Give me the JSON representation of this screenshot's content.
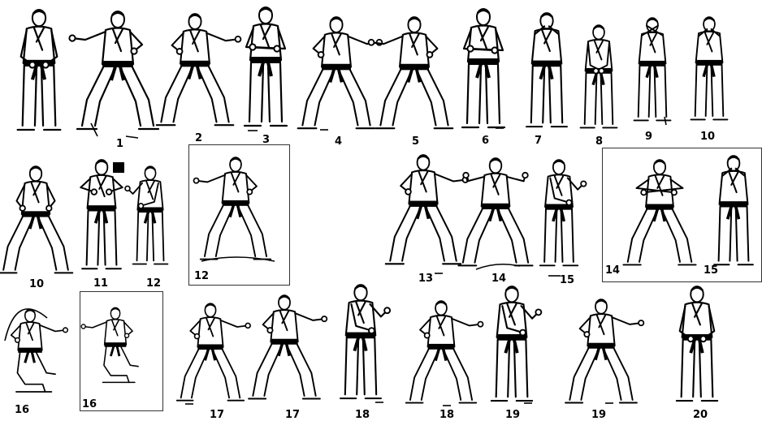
{
  "figures": [
    {
      "label": "",
      "pose": "ready",
      "face": "right"
    },
    {
      "label": "1",
      "pose": "block-turn",
      "face": "left"
    },
    {
      "label": "2",
      "pose": "punch-stance",
      "face": "right"
    },
    {
      "label": "3",
      "pose": "arms-crossed",
      "face": "front"
    },
    {
      "label": "4",
      "pose": "block-turn",
      "face": "right"
    },
    {
      "label": "5",
      "pose": "punch-stance",
      "face": "left"
    },
    {
      "label": "6",
      "pose": "arms-crossed",
      "face": "front"
    },
    {
      "label": "7",
      "pose": "hands-face",
      "face": "front"
    },
    {
      "label": "8",
      "pose": "hands-low",
      "face": "front"
    },
    {
      "label": "9",
      "pose": "x-block",
      "face": "front"
    },
    {
      "label": "10",
      "pose": "hands-face",
      "face": "front"
    },
    {
      "label": "10",
      "pose": "stance-fists",
      "face": "front"
    },
    {
      "label": "11",
      "pose": "elbow-guard",
      "face": "front"
    },
    {
      "label": "12",
      "pose": "side-turn",
      "face": "left"
    },
    {
      "label": "12",
      "pose": "wide-strike",
      "face": "left"
    },
    {
      "label": "13",
      "pose": "punch-stance",
      "face": "right"
    },
    {
      "label": "14",
      "pose": "horse-back",
      "face": "back"
    },
    {
      "label": "15",
      "pose": "side-guard",
      "face": "right"
    },
    {
      "label": "14",
      "pose": "horse-cross",
      "face": "front"
    },
    {
      "label": "15",
      "pose": "hands-face",
      "face": "front"
    },
    {
      "label": "16",
      "pose": "kneel-sweep",
      "face": "front"
    },
    {
      "label": "16",
      "pose": "kneel",
      "face": "left"
    },
    {
      "label": "17",
      "pose": "lunge-strike",
      "face": "right"
    },
    {
      "label": "17",
      "pose": "lunge-block",
      "face": "front"
    },
    {
      "label": "18",
      "pose": "side-stand",
      "face": "right"
    },
    {
      "label": "18",
      "pose": "lunge-swing",
      "face": "front"
    },
    {
      "label": "19",
      "pose": "side-stand",
      "face": "right"
    },
    {
      "label": "19",
      "pose": "lunge-block",
      "face": "front"
    },
    {
      "label": "20",
      "pose": "ready",
      "face": "front"
    }
  ],
  "colors": {
    "ink": "#000000",
    "frame": "#333333",
    "paper": "#ffffff"
  }
}
